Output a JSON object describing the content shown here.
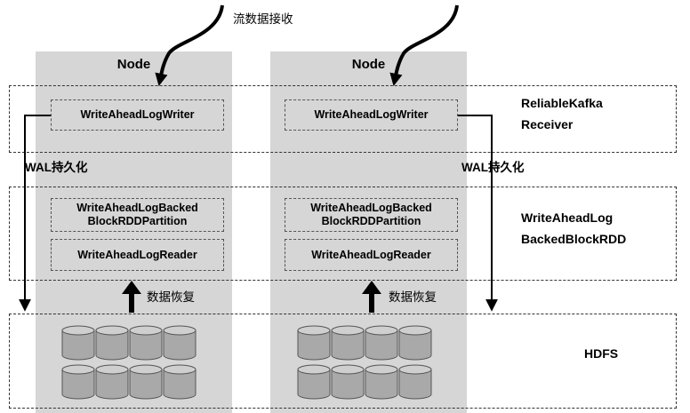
{
  "top_label": "流数据接收",
  "nodes": [
    {
      "title": "Node",
      "writer": "WriteAheadLogWriter",
      "partition_line1": "WriteAheadLogBacked",
      "partition_line2": "BlockRDDPartition",
      "reader": "WriteAheadLogReader",
      "wal_label": "WAL持久化",
      "recover_label": "数据恢复"
    },
    {
      "title": "Node",
      "writer": "WriteAheadLogWriter",
      "partition_line1": "WriteAheadLogBacked",
      "partition_line2": "BlockRDDPartition",
      "reader": "WriteAheadLogReader",
      "wal_label": "WAL持久化",
      "recover_label": "数据恢复"
    }
  ],
  "bands": {
    "receiver_line1": "ReliableKafka",
    "receiver_line2": "Receiver",
    "rdd_line1": "WriteAheadLog",
    "rdd_line2": "BackedBlockRDD",
    "storage": "HDFS"
  }
}
